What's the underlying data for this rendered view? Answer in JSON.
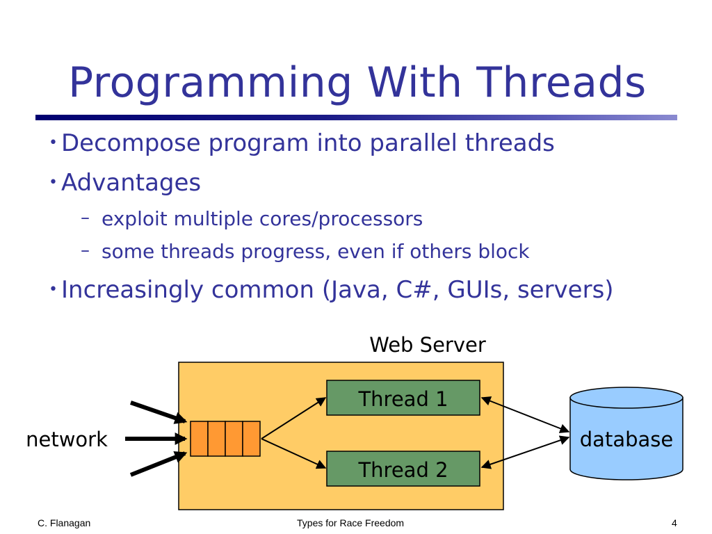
{
  "slide": {
    "title": "Programming With Threads",
    "bullets": [
      {
        "level": 1,
        "mark": "•",
        "text": "Decompose program into parallel threads"
      },
      {
        "level": 1,
        "mark": "•",
        "text": "Advantages"
      },
      {
        "level": 2,
        "mark": "–",
        "text": "exploit multiple cores/processors"
      },
      {
        "level": 2,
        "mark": "–",
        "text": "some threads progress, even if others block"
      },
      {
        "level": 1,
        "mark": "•",
        "text": "Increasingly common (Java, C#, GUIs, servers)"
      }
    ]
  },
  "diagram": {
    "server_label": "Web Server",
    "network_label": "network",
    "thread1_label": "Thread 1",
    "thread2_label": "Thread 2",
    "database_label": "database",
    "colors": {
      "server_fill": "#ffcc66",
      "queue_fill": "#ff9933",
      "thread_fill": "#669966",
      "database_fill": "#99ccff"
    }
  },
  "footer": {
    "author": "C. Flanagan",
    "talk_title": "Types for Race Freedom",
    "page_number": "4"
  }
}
